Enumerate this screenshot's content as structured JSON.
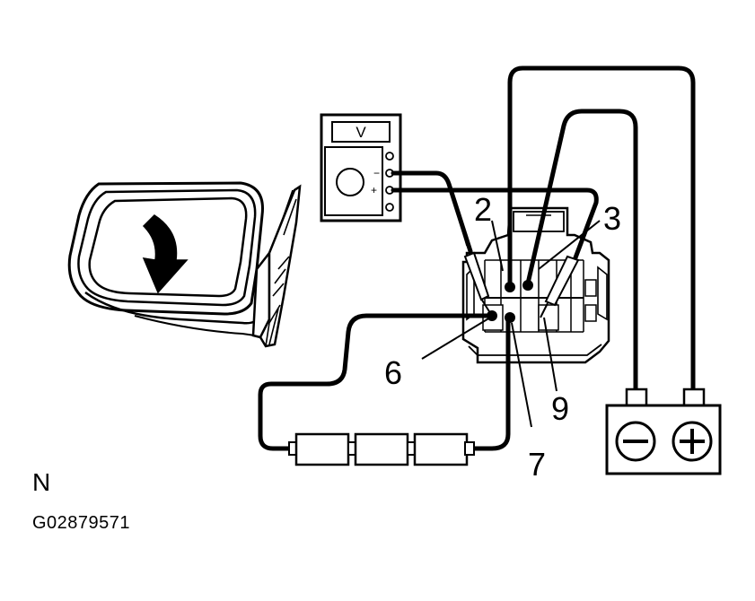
{
  "voltmeter": {
    "display": "V",
    "neg_sign": "−",
    "pos_sign": "+"
  },
  "pins": {
    "p2": "2",
    "p3": "3",
    "p6": "6",
    "p7": "7",
    "p9": "9"
  },
  "view_letter": "N",
  "figure_code": "G02879571",
  "icons": {
    "mirror": "outside-rear-view-mirror-icon",
    "arrow": "adjust-direction-arrow-icon",
    "battery": "battery-icon",
    "bulbs": "test-lamp-icon"
  }
}
